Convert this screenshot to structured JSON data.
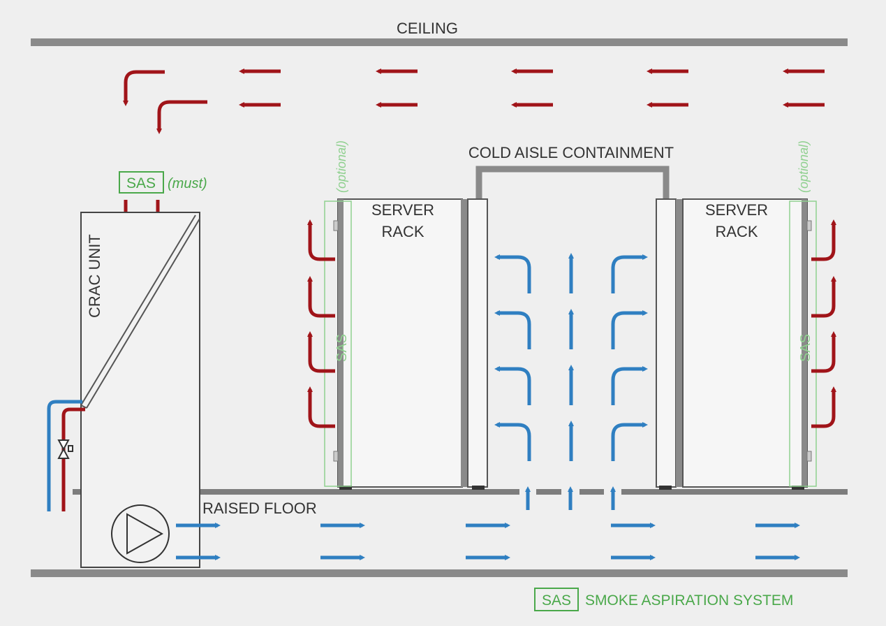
{
  "labels": {
    "ceiling": "CEILING",
    "cold_aisle": "COLD AISLE CONTAINMENT",
    "crac_unit": "CRAC UNIT",
    "server_rack_line1": "SERVER",
    "server_rack_line2": "RACK",
    "raised_floor": "RAISED FLOOR",
    "sas": "SAS",
    "must": "(must)",
    "optional": "(optional)",
    "legend_text": "SMOKE ASPIRATION SYSTEM"
  },
  "colors": {
    "hot_air": "#a01419",
    "cold_air": "#2f7fc1",
    "sas_green": "#4aa84a",
    "structure": "#8a8a8a",
    "outline": "#444444",
    "text": "#333333"
  },
  "icons": {
    "fan": "fan-icon",
    "valve": "valve-icon"
  }
}
